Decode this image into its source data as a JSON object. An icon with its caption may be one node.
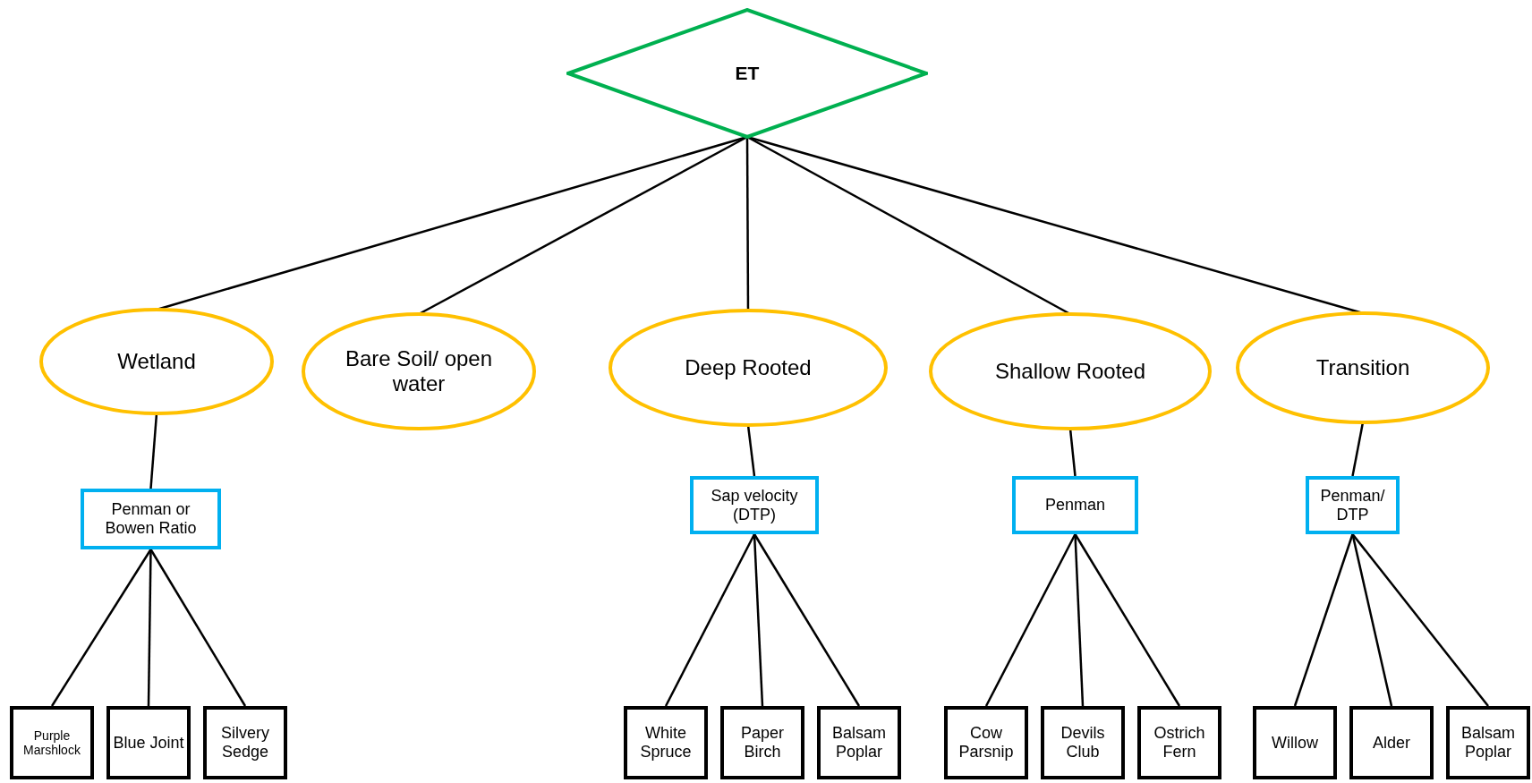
{
  "diagram": {
    "nodes": [
      {
        "text": [
          "ET"
        ]
      },
      {
        "text": [
          "Wetland"
        ]
      },
      {
        "text": [
          "Bare Soil/ open water"
        ]
      },
      {
        "text": [
          "Deep Rooted"
        ]
      },
      {
        "text": [
          "Shallow Rooted"
        ]
      },
      {
        "text": [
          "Transition"
        ]
      },
      {
        "text": [
          "Penman or Bowen Ratio"
        ]
      },
      {
        "text": [
          "Sap velocity (DTP)"
        ]
      },
      {
        "text": [
          "Penman"
        ]
      },
      {
        "text": [
          "Penman/ DTP"
        ]
      },
      {
        "text": [
          "Purple Marshlock"
        ]
      },
      {
        "text": [
          "Blue Joint"
        ]
      },
      {
        "text": [
          "Silvery Sedge"
        ]
      },
      {
        "text": [
          "White Spruce"
        ]
      },
      {
        "text": [
          "Paper Birch"
        ]
      },
      {
        "text": [
          "Balsam Poplar"
        ]
      },
      {
        "text": [
          "Cow Parsnip"
        ]
      },
      {
        "text": [
          "Devils Club"
        ]
      },
      {
        "text": [
          "Ostrich Fern"
        ]
      },
      {
        "text": [
          "Willow"
        ]
      },
      {
        "text": [
          "Alder"
        ]
      },
      {
        "text": [
          "Balsam Poplar"
        ]
      }
    ],
    "edges": [
      {
        "from": 0,
        "to": 1,
        "arrow": "none"
      },
      {
        "from": 0,
        "to": 2,
        "arrow": "none"
      },
      {
        "from": 0,
        "to": 3,
        "arrow": "none"
      },
      {
        "from": 0,
        "to": 4,
        "arrow": "none"
      },
      {
        "from": 0,
        "to": 5,
        "arrow": "none"
      },
      {
        "from": 1,
        "to": 6,
        "arrow": "none"
      },
      {
        "from": 3,
        "to": 7,
        "arrow": "none"
      },
      {
        "from": 4,
        "to": 8,
        "arrow": "none"
      },
      {
        "from": 5,
        "to": 9,
        "arrow": "none"
      },
      {
        "from": 6,
        "to": 10,
        "arrow": "none"
      },
      {
        "from": 6,
        "to": 11,
        "arrow": "none"
      },
      {
        "from": 6,
        "to": 12,
        "arrow": "none"
      },
      {
        "from": 7,
        "to": 13,
        "arrow": "none"
      },
      {
        "from": 7,
        "to": 14,
        "arrow": "none"
      },
      {
        "from": 7,
        "to": 15,
        "arrow": "none"
      },
      {
        "from": 8,
        "to": 16,
        "arrow": "none"
      },
      {
        "from": 8,
        "to": 17,
        "arrow": "none"
      },
      {
        "from": 8,
        "to": 18,
        "arrow": "none"
      },
      {
        "from": 9,
        "to": 19,
        "arrow": "none"
      },
      {
        "from": 9,
        "to": 20,
        "arrow": "none"
      },
      {
        "from": 9,
        "to": 21,
        "arrow": "none"
      }
    ]
  }
}
